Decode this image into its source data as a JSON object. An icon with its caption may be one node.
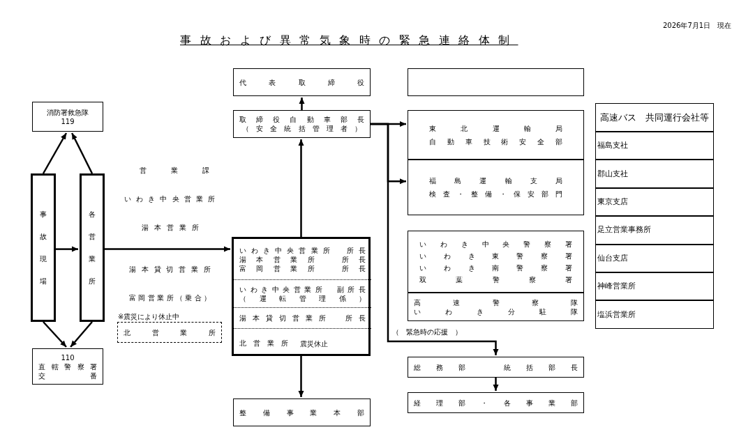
{
  "diagram": {
    "title": "事故および異常気象時の緊急連絡体制",
    "nodes": [
      {
        "text": [
          "消防署救急隊",
          "119"
        ]
      },
      {
        "text": [
          "事故現場"
        ]
      },
      {
        "text": [
          "各営業所"
        ]
      },
      {
        "text": [
          "110",
          "直轄警察署",
          "交番"
        ]
      },
      {
        "text": [
          "北営業所"
        ],
        "beside": [
          "※震災により休止中"
        ]
      },
      {
        "text": [
          "代表取締役"
        ]
      },
      {
        "text": [
          "取締役自動車部長",
          "（安全統括管理者）"
        ]
      },
      {
        "text": [],
        "shape": "box"
      },
      {
        "text": [
          "いわき中央営業所　所長",
          "湯本営業所　所長",
          "富岡営業所　所長"
        ],
        "in": 7
      },
      {
        "text": [
          "いわき中央営業所　副所長",
          "（運転管理係）"
        ],
        "in": 7
      },
      {
        "text": [
          "湯本貸切営業所　所長"
        ],
        "in": 7
      },
      {
        "text": [
          "北営業所",
          "震災休止"
        ],
        "in": 7
      },
      {
        "text": [
          "整備事業本部"
        ]
      },
      {
        "text": [],
        "shape": "box"
      },
      {
        "text": [
          "東北運輸局",
          "自動車技術安全部"
        ]
      },
      {
        "text": [
          "福島運輸支局",
          "検査・整備・保安部門"
        ]
      },
      {
        "text": [
          "いわき中央警察署",
          "いわき東警察署",
          "いわき南警察署",
          "双葉警察署"
        ]
      },
      {
        "text": [
          "高速警察隊",
          "いわき分駐隊"
        ]
      },
      {
        "text": [
          "総務部　統括部長"
        ]
      },
      {
        "text": [
          "経理部・各事業部"
        ]
      },
      {
        "text": [
          "高速バス　共同運行会社等"
        ]
      },
      {
        "text": [
          "福島支社"
        ]
      },
      {
        "text": [
          "郡山支社"
        ]
      },
      {
        "text": [
          "東京支店"
        ]
      },
      {
        "text": [
          "足立営業事務所"
        ]
      },
      {
        "text": [
          "仙台支店"
        ]
      },
      {
        "text": [
          "神峰営業所"
        ]
      },
      {
        "text": [
          "塩浜営業所"
        ]
      }
    ],
    "edges": [
      {
        "from": 1,
        "to": 0,
        "arrow": "to"
      },
      {
        "from": 2,
        "to": 0,
        "arrow": "to"
      },
      {
        "from": 1,
        "to": 3,
        "arrow": "to"
      },
      {
        "from": 2,
        "to": 3,
        "arrow": "to"
      },
      {
        "from": 1,
        "to": 2,
        "arrow": "to"
      },
      {
        "from": 2,
        "to": 7,
        "arrow": "to"
      },
      {
        "from": 7,
        "to": 6,
        "arrow": "to"
      },
      {
        "from": 6,
        "to": 5,
        "arrow": "to"
      },
      {
        "from": 7,
        "to": 12,
        "arrow": "to"
      },
      {
        "from": 6,
        "to": 14,
        "arrow": "to"
      },
      {
        "from": 6,
        "to": 15,
        "arrow": "to"
      },
      {
        "from": 6,
        "to": 18,
        "arrow": "to",
        "label": "（　緊急時の応援　）"
      },
      {
        "from": 18,
        "to": 19,
        "arrow": "to"
      }
    ],
    "labels": [
      "2026年7月1日　現在",
      "営業課",
      "いわき中央営業所",
      "湯本営業所",
      "湯本貸切営業所",
      "富岡営業所（乗合）"
    ]
  }
}
